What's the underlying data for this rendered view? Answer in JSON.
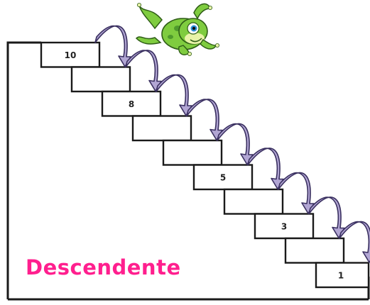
{
  "title": "Descendente",
  "title_color": "#ff1f8e",
  "steps": [
    {
      "number": "10"
    },
    {
      "number": ""
    },
    {
      "number": "8"
    },
    {
      "number": ""
    },
    {
      "number": ""
    },
    {
      "number": "5"
    },
    {
      "number": ""
    },
    {
      "number": "3"
    },
    {
      "number": ""
    },
    {
      "number": "1"
    }
  ],
  "arrow_count": 9,
  "colors": {
    "arrow_fill": "#b2a6d4",
    "arrow_stroke": "#3a3060",
    "stair_line": "#1a1a1a",
    "frog_body": "#7fcc3f",
    "frog_spots": "#4f9a2c",
    "frog_belly": "#e8f3a8"
  },
  "icons": {
    "mascot": "frog-icon",
    "arrow": "curved-arrow-icon"
  }
}
